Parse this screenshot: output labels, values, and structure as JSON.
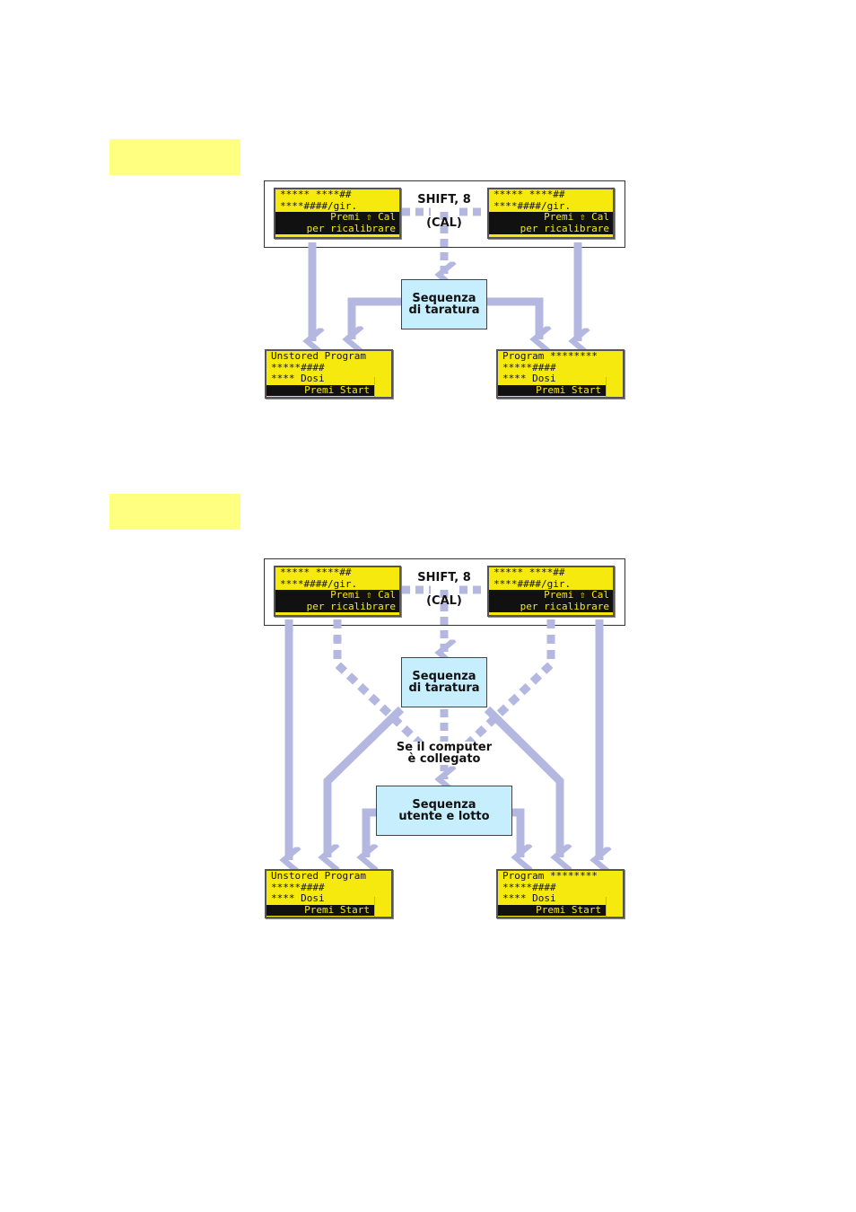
{
  "lcd_start": {
    "line1": "***** ****##",
    "line2": "****####/gir.",
    "line3": "Premi ⇧ Cal",
    "line4": "per ricalibrare"
  },
  "lcd_unstored": {
    "line1": "Unstored Program",
    "line2": "*****####",
    "line3": "**** Dosi",
    "line4": "Premi Start"
  },
  "lcd_program": {
    "line1": "Program ********",
    "line2": "*****####",
    "line3": "**** Dosi",
    "line4": "Premi Start"
  },
  "command": {
    "line1": "SHIFT, 8",
    "line2": "(CAL)"
  },
  "calibration": {
    "line1": "Sequenza",
    "line2": "di taratura"
  },
  "condition": {
    "line1": "Se il computer",
    "line2": "è collegato"
  },
  "user_lot": {
    "line1": "Sequenza",
    "line2": "utente e lotto"
  },
  "colors": {
    "arrow": "#b4b8e0",
    "lcd": "#f5e90e",
    "box": "#c6eefc",
    "tab": "#ffff80"
  }
}
